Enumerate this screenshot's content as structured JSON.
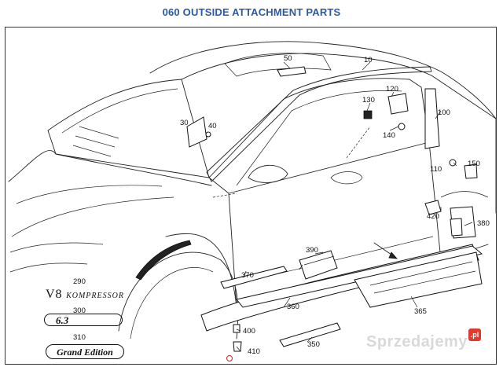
{
  "title": "060 OUTSIDE ATTACHMENT PARTS",
  "part_numbers": {
    "p10": "10",
    "p30": "30",
    "p40": "40",
    "p50": "50",
    "p100": "100",
    "p110": "110",
    "p120": "120",
    "p130": "130",
    "p140": "140",
    "p150": "150",
    "p290": "290",
    "p300": "300",
    "p310": "310",
    "p350": "350",
    "p360": "360",
    "p365": "365",
    "p370": "370",
    "p380": "380",
    "p390": "390",
    "p400": "400",
    "p410": "410",
    "p420": "420"
  },
  "badges": {
    "v8": "V8",
    "kompressor": "KOMPRESSOR",
    "amg": "6.3",
    "grand_edition": "Grand Edition"
  },
  "watermark": {
    "text": "Sprzedajemy",
    "suffix": ".pl"
  }
}
